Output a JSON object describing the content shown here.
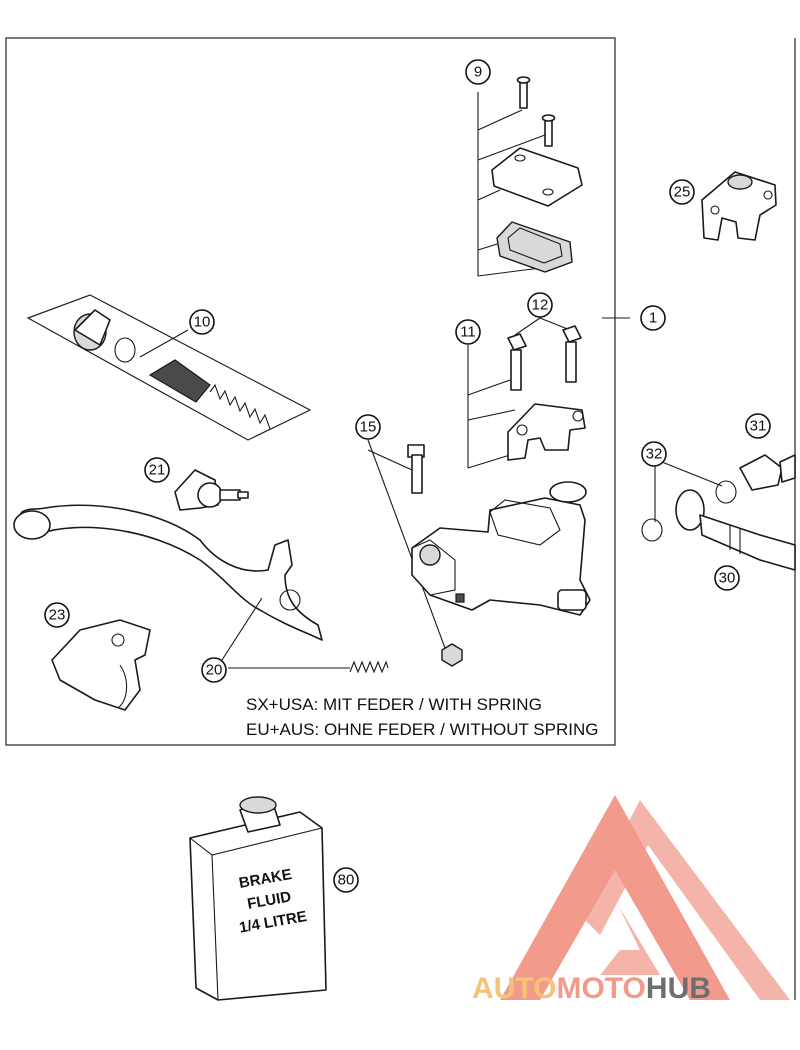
{
  "callouts": {
    "c1": "1",
    "c9": "9",
    "c10": "10",
    "c11": "11",
    "c12": "12",
    "c15": "15",
    "c20": "20",
    "c21": "21",
    "c23": "23",
    "c25": "25",
    "c30": "30",
    "c31": "31",
    "c32": "32",
    "c80": "80"
  },
  "notes": {
    "line1": "SX+USA:  MIT FEDER / WITH SPRING",
    "line2": "EU+AUS:  OHNE FEDER / WITHOUT SPRING"
  },
  "fluid_can": {
    "line1": "BRAKE",
    "line2": "FLUID",
    "line3": "1/4 LITRE"
  },
  "watermark": {
    "part1": "AUTO",
    "part2": "MOTO",
    "part3": "HUB",
    "color_main": "#f08a7a",
    "color_dark": "#555555",
    "color_light": "#f4b860"
  }
}
